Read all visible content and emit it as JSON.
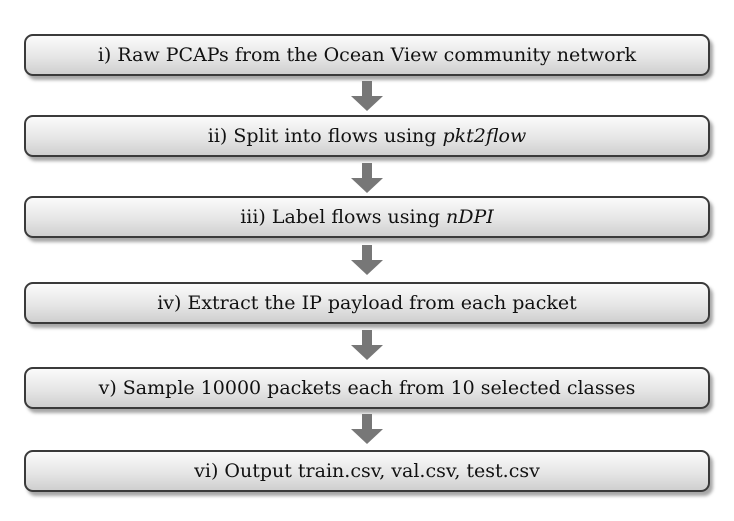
{
  "steps": [
    {
      "text": "i) Raw PCAPs from the Ocean View community network"
    },
    {
      "prefix": "ii) Split into flows using ",
      "tool": "pkt2flow"
    },
    {
      "prefix": "iii) Label flows using ",
      "tool": "nDPI"
    },
    {
      "text": "iv) Extract the IP payload from each packet"
    },
    {
      "text": "v) Sample 10000 packets each from 10 selected classes"
    },
    {
      "text": "vi) Output train.csv, val.csv, test.csv"
    }
  ],
  "colors": {
    "box_border": "#3a3a3a",
    "box_fill_top": "#fbfbfb",
    "box_fill_bottom": "#cfcfcf",
    "arrow": "#777777",
    "text": "#111111"
  }
}
